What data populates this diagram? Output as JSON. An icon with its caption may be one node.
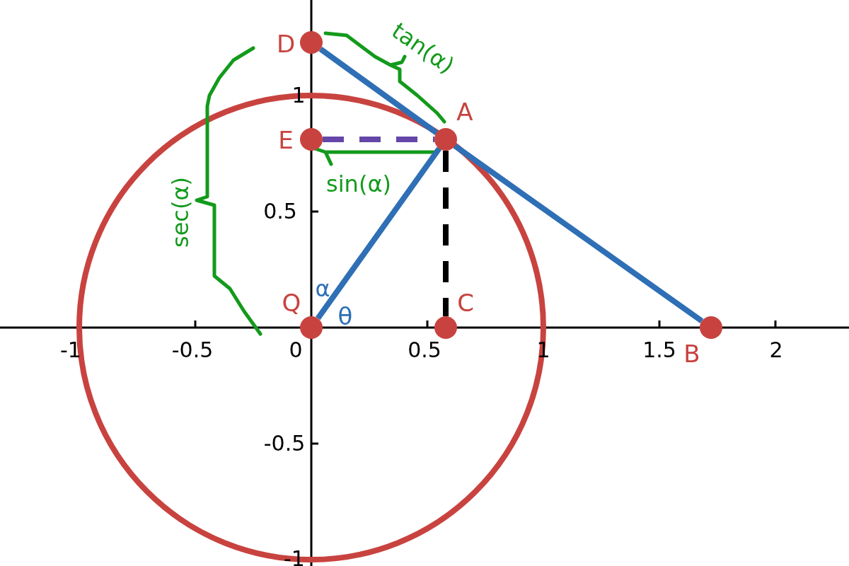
{
  "diagram": {
    "nodes": [
      {
        "text": [],
        "shape": "circle",
        "beside": [
          "D"
        ]
      },
      {
        "text": [],
        "shape": "circle",
        "beside": [
          "E"
        ]
      },
      {
        "text": [],
        "shape": "circle",
        "beside": [
          "A"
        ]
      },
      {
        "text": [],
        "shape": "circle",
        "beside": [
          "Q"
        ]
      },
      {
        "text": [],
        "shape": "circle",
        "beside": [
          "C"
        ]
      },
      {
        "text": [],
        "shape": "circle",
        "beside": [
          "B"
        ]
      }
    ],
    "edges": [
      {
        "from": 3,
        "to": 2,
        "arrow": "none"
      },
      {
        "from": 0,
        "to": 2,
        "arrow": "none"
      },
      {
        "from": 2,
        "to": 5,
        "arrow": "none"
      },
      {
        "from": 1,
        "to": 2,
        "arrow": "none",
        "style": "dashed",
        "color": "#6447a8"
      },
      {
        "from": 2,
        "to": 4,
        "arrow": "none",
        "style": "dashed",
        "color": "#000000"
      }
    ],
    "labels": [
      "tan(α)",
      "1",
      "sin(α)",
      "sec(α)",
      "0.5",
      "α",
      "θ",
      "-1",
      "-0.5",
      "0",
      "0.5",
      "1",
      "1.5",
      "2",
      "-0.5",
      "-1"
    ]
  }
}
